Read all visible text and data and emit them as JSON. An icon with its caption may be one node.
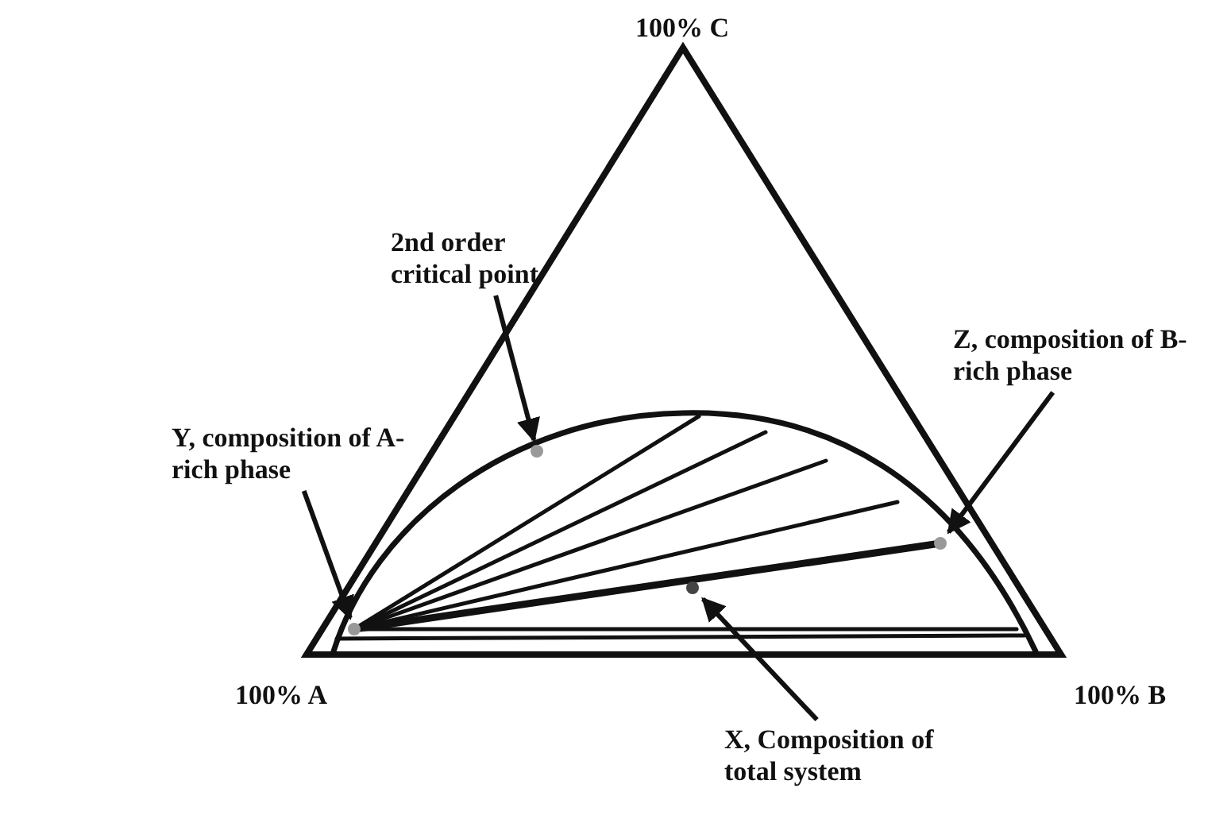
{
  "diagram": {
    "nodes": [
      {
        "text": [
          "100% C"
        ]
      },
      {
        "text": [
          "2nd order critical point"
        ]
      },
      {
        "text": [
          "Z, composition of B-rich phase"
        ]
      },
      {
        "text": [
          "Y, composition of A-rich phase"
        ]
      },
      {
        "text": [],
        "shape": "circle"
      },
      {
        "text": [],
        "shape": "circle"
      },
      {
        "text": [],
        "shape": "circle"
      },
      {
        "text": [],
        "shape": "circle"
      },
      {
        "text": [
          "100% A"
        ]
      },
      {
        "text": [
          "100% B"
        ]
      },
      {
        "text": [
          "X, Composition of total system"
        ]
      }
    ],
    "edges": [
      {
        "from": 1,
        "to": 4,
        "arrow": "to"
      },
      {
        "from": 2,
        "to": 5,
        "arrow": "to"
      },
      {
        "from": 3,
        "to": 7,
        "arrow": "to"
      },
      {
        "from": 10,
        "to": 6,
        "arrow": "to"
      }
    ]
  }
}
